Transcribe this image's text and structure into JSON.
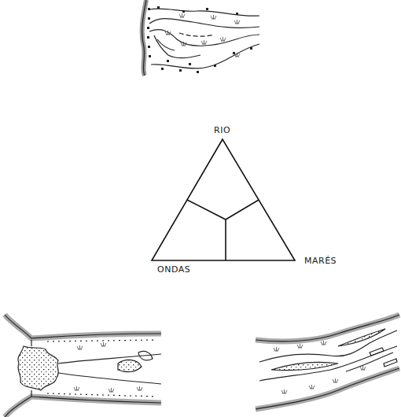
{
  "diagram": {
    "labels": [
      "RIO",
      "ONDAS",
      "MARÉS"
    ]
  }
}
